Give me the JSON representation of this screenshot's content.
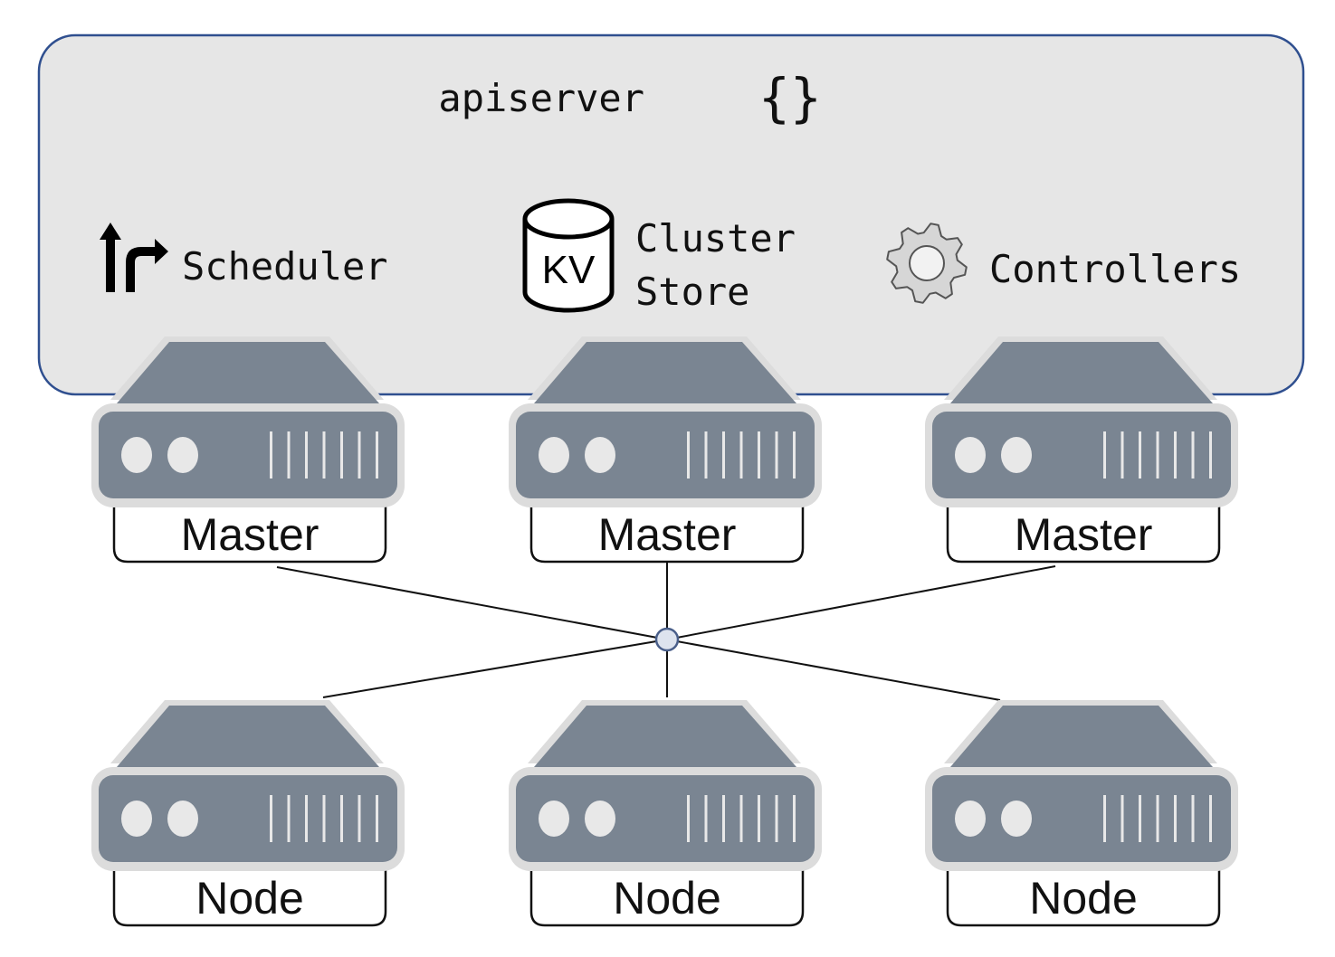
{
  "control_plane": {
    "title": "apiserver",
    "title_braces": "{}",
    "components": [
      {
        "icon": "route-arrow-icon",
        "label": "Scheduler"
      },
      {
        "icon": "database-cylinder-icon",
        "icon_text": "KV",
        "label_line1": "Cluster",
        "label_line2": "Store"
      },
      {
        "icon": "gear-icon",
        "label": "Controllers"
      }
    ]
  },
  "masters": [
    {
      "label": "Master"
    },
    {
      "label": "Master"
    },
    {
      "label": "Master"
    }
  ],
  "nodes": [
    {
      "label": "Node"
    },
    {
      "label": "Node"
    },
    {
      "label": "Node"
    }
  ],
  "colors": {
    "panel_fill": "#e6e6e6",
    "panel_border": "#2f4f8f",
    "server_body": "#7a8592",
    "server_halo": "#dcdcdc",
    "server_lights": "#e8e8e8",
    "line": "#111111",
    "hub_fill": "#dde3ee",
    "hub_border": "#4a5f8a"
  }
}
